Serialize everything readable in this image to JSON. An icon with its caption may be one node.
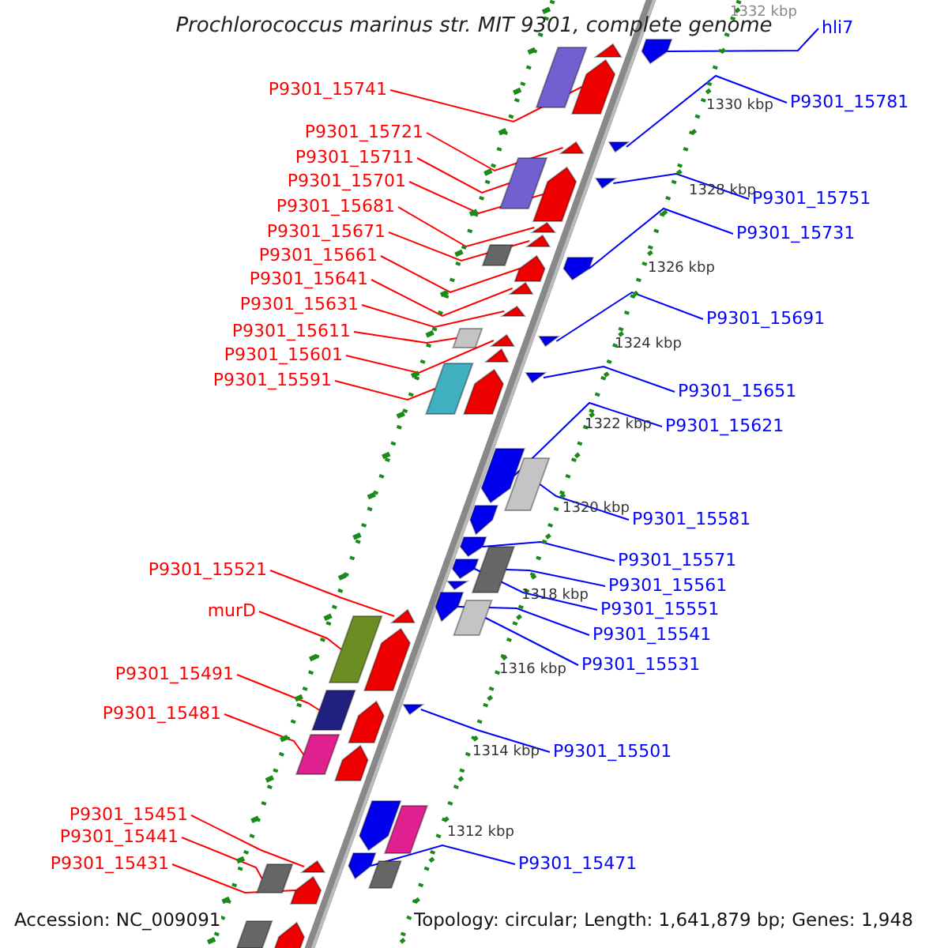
{
  "diagram": {
    "title": "Prochlorococcus marinus str. MIT 9301, complete genome",
    "nodes": [
      {
        "text": [
          "hli7"
        ]
      },
      {
        "text": [
          "P9301_15741"
        ]
      },
      {
        "text": [
          "P9301_15781"
        ]
      },
      {
        "text": [
          "P9301_15721"
        ]
      },
      {
        "text": [
          "P9301_15711"
        ]
      },
      {
        "text": [
          "P9301_15701"
        ]
      },
      {
        "text": [
          "P9301_15751"
        ]
      },
      {
        "text": [
          "P9301_15681"
        ]
      },
      {
        "text": [
          "P9301_15671"
        ]
      },
      {
        "text": [
          "P9301_15731"
        ]
      },
      {
        "text": [
          "P9301_15661"
        ]
      },
      {
        "text": [
          "P9301_15641"
        ]
      },
      {
        "text": [
          "P9301_15631"
        ]
      },
      {
        "text": [
          "P9301_15691"
        ]
      },
      {
        "text": [
          "P9301_15611"
        ]
      },
      {
        "text": [
          "P9301_15601"
        ]
      },
      {
        "text": [
          "P9301_15591"
        ]
      },
      {
        "text": [
          "P9301_15651"
        ]
      },
      {
        "text": [
          "P9301_15621"
        ]
      },
      {
        "text": [
          "P9301_15581"
        ]
      },
      {
        "text": [
          "P9301_15571"
        ]
      },
      {
        "text": [
          "P9301_15521"
        ]
      },
      {
        "text": [
          "P9301_15561"
        ]
      },
      {
        "text": [
          "P9301_15551"
        ]
      },
      {
        "text": [
          "murD"
        ]
      },
      {
        "text": [
          "P9301_15541"
        ]
      },
      {
        "text": [
          "P9301_15531"
        ]
      },
      {
        "text": [
          "P9301_15491"
        ]
      },
      {
        "text": [
          "P9301_15481"
        ]
      },
      {
        "text": [
          "P9301_15501"
        ]
      },
      {
        "text": [
          "P9301_15451"
        ]
      },
      {
        "text": [
          "P9301_15441"
        ]
      },
      {
        "text": [
          "P9301_15471"
        ]
      },
      {
        "text": [
          "P9301_15431"
        ]
      },
      {
        "text": [],
        "shape": "pentagon"
      },
      {
        "text": [],
        "shape": "triangle"
      },
      {
        "text": [],
        "shape": "box"
      },
      {
        "text": [],
        "shape": "pentagon"
      },
      {
        "text": [],
        "shape": "triangle"
      },
      {
        "text": [],
        "shape": "triangle"
      },
      {
        "text": [],
        "shape": "box"
      },
      {
        "text": [],
        "shape": "pentagon"
      },
      {
        "text": [],
        "shape": "triangle"
      },
      {
        "text": [],
        "shape": "triangle"
      },
      {
        "text": [],
        "shape": "triangle"
      },
      {
        "text": [],
        "shape": "box"
      },
      {
        "text": [],
        "shape": "pentagon"
      },
      {
        "text": [],
        "shape": "pentagon"
      },
      {
        "text": [],
        "shape": "triangle"
      },
      {
        "text": [],
        "shape": "triangle"
      },
      {
        "text": [],
        "shape": "box"
      },
      {
        "text": [],
        "shape": "triangle"
      },
      {
        "text": [],
        "shape": "triangle"
      },
      {
        "text": [],
        "shape": "triangle"
      },
      {
        "text": [],
        "shape": "box"
      },
      {
        "text": [],
        "shape": "pentagon"
      },
      {
        "text": [],
        "shape": "triangle"
      },
      {
        "text": [],
        "shape": "pentagon"
      },
      {
        "text": [],
        "shape": "box"
      },
      {
        "text": [],
        "shape": "pentagon"
      },
      {
        "text": [],
        "shape": "pentagon"
      },
      {
        "text": [],
        "shape": "box"
      },
      {
        "text": [],
        "shape": "pentagon"
      },
      {
        "text": [],
        "shape": "triangle"
      },
      {
        "text": [],
        "shape": "pentagon"
      },
      {
        "text": [],
        "shape": "box"
      },
      {
        "text": [],
        "shape": "triangle"
      },
      {
        "text": [],
        "shape": "box"
      },
      {
        "text": [],
        "shape": "pentagon"
      },
      {
        "text": [],
        "shape": "box"
      },
      {
        "text": [],
        "shape": "pentagon"
      },
      {
        "text": [],
        "shape": "triangle"
      },
      {
        "text": [],
        "shape": "box"
      },
      {
        "text": [],
        "shape": "pentagon"
      },
      {
        "text": [],
        "shape": "pentagon"
      },
      {
        "text": [],
        "shape": "box"
      },
      {
        "text": [],
        "shape": "pentagon"
      },
      {
        "text": [],
        "shape": "triangle"
      },
      {
        "text": [],
        "shape": "box"
      },
      {
        "text": [],
        "shape": "box"
      },
      {
        "text": [],
        "shape": "pentagon"
      },
      {
        "text": [],
        "shape": "box"
      },
      {
        "text": [],
        "shape": "pentagon"
      }
    ],
    "edges": [
      {
        "from": 0,
        "to": 34,
        "arrow": "none",
        "color": "#0000ff"
      },
      {
        "from": 1,
        "to": 37,
        "arrow": "none"
      },
      {
        "from": 2,
        "to": 39,
        "arrow": "none",
        "color": "#0000ff"
      },
      {
        "from": 3,
        "to": 38,
        "arrow": "none"
      },
      {
        "from": 4,
        "to": 40,
        "arrow": "none"
      },
      {
        "from": 5,
        "to": 41,
        "arrow": "none"
      },
      {
        "from": 6,
        "to": 42,
        "arrow": "none",
        "color": "#0000ff"
      },
      {
        "from": 7,
        "to": 43,
        "arrow": "none"
      },
      {
        "from": 8,
        "to": 44,
        "arrow": "none"
      },
      {
        "from": 9,
        "to": 47,
        "arrow": "none",
        "color": "#0000ff"
      },
      {
        "from": 10,
        "to": 46,
        "arrow": "none"
      },
      {
        "from": 11,
        "to": 48,
        "arrow": "none"
      },
      {
        "from": 12,
        "to": 49,
        "arrow": "none"
      },
      {
        "from": 13,
        "to": 52,
        "arrow": "none",
        "color": "#0000ff"
      },
      {
        "from": 14,
        "to": 50,
        "arrow": "none"
      },
      {
        "from": 15,
        "to": 51,
        "arrow": "none"
      },
      {
        "from": 16,
        "to": 54,
        "arrow": "none"
      },
      {
        "from": 17,
        "to": 56,
        "arrow": "none",
        "color": "#0000ff"
      },
      {
        "from": 18,
        "to": 57,
        "arrow": "none",
        "color": "#0000ff"
      },
      {
        "from": 19,
        "to": 58,
        "arrow": "none",
        "color": "#0000ff"
      },
      {
        "from": 20,
        "to": 60,
        "arrow": "none",
        "color": "#0000ff"
      },
      {
        "from": 21,
        "to": 66,
        "arrow": "none"
      },
      {
        "from": 22,
        "to": 61,
        "arrow": "none",
        "color": "#0000ff"
      },
      {
        "from": 23,
        "to": 62,
        "arrow": "none",
        "color": "#0000ff"
      },
      {
        "from": 24,
        "to": 67,
        "arrow": "none"
      },
      {
        "from": 25,
        "to": 64,
        "arrow": "none",
        "color": "#0000ff"
      },
      {
        "from": 26,
        "to": 65,
        "arrow": "none",
        "color": "#0000ff"
      },
      {
        "from": 27,
        "to": 69,
        "arrow": "none"
      },
      {
        "from": 28,
        "to": 72,
        "arrow": "none"
      },
      {
        "from": 29,
        "to": 71,
        "arrow": "none",
        "color": "#0000ff"
      },
      {
        "from": 30,
        "to": 77,
        "arrow": "none"
      },
      {
        "from": 31,
        "to": 79,
        "arrow": "none"
      },
      {
        "from": 32,
        "to": 76,
        "arrow": "none",
        "color": "#0000ff"
      },
      {
        "from": 33,
        "to": 80,
        "arrow": "none"
      }
    ],
    "labels": [
      "1332 kbp",
      "1330 kbp",
      "1328 kbp",
      "1326 kbp",
      "1324 kbp",
      "1322 kbp",
      "1320 kbp",
      "1318 kbp",
      "1316 kbp",
      "1314 kbp",
      "1312 kbp",
      "Accession: NC_009091",
      "Topology: circular; Length: 1,641,879 bp; Genes: 1,948"
    ]
  }
}
